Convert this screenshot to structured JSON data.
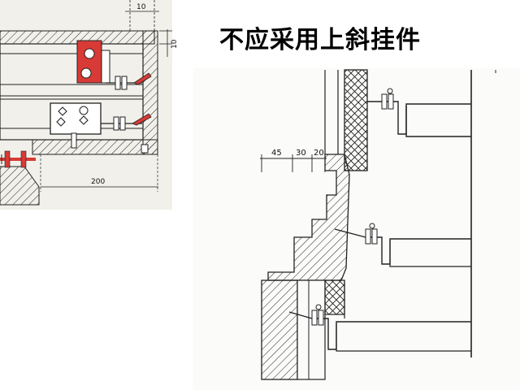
{
  "title": "不应采用上斜挂件",
  "left_detail": {
    "dim_top": "10",
    "dim_side": "10",
    "dim_bottom": "200"
  },
  "right_detail": {
    "dim_1": "45",
    "dim_2": "30",
    "dim_3": "20"
  },
  "colors": {
    "highlight_red": "#d83a35",
    "line": "#1a1a1a",
    "background": "#ffffff"
  }
}
